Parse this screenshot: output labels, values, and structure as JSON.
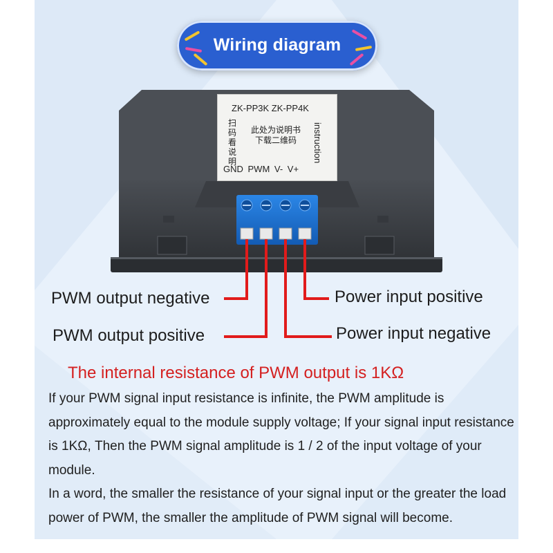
{
  "header": {
    "title": "Wiring diagram"
  },
  "sticker": {
    "models": "ZK-PP3K  ZK-PP4K",
    "scan_text": "扫码看说明",
    "center_text": "此处为说明书下载二维码",
    "instruction": "instruction",
    "pins": "GND PWM  V-  V+"
  },
  "labels": {
    "pwm_output_negative": "PWM output negative",
    "pwm_output_positive": "PWM output positive",
    "power_input_positive": "Power input positive",
    "power_input_negative": "Power input negative"
  },
  "note": {
    "title": "The internal resistance of PWM output is 1KΩ",
    "paragraph1": "If your PWM signal input resistance is infinite, the PWM amplitude is approximately equal to the module supply voltage; If your signal input resistance is 1KΩ,   Then the PWM signal amplitude is 1 / 2 of the input voltage of your module.",
    "paragraph2": "In a word, the smaller the resistance of your signal input or the greater the load power of PWM, the smaller the amplitude of PWM signal will become."
  },
  "colors": {
    "badge": "#2a5fd0",
    "badge_border": "#d7e4fb",
    "wire_red": "#e11b1b",
    "title_red": "#d42020",
    "terminal_blue": "#1c6fd1",
    "device_body": "#3b3e43"
  }
}
